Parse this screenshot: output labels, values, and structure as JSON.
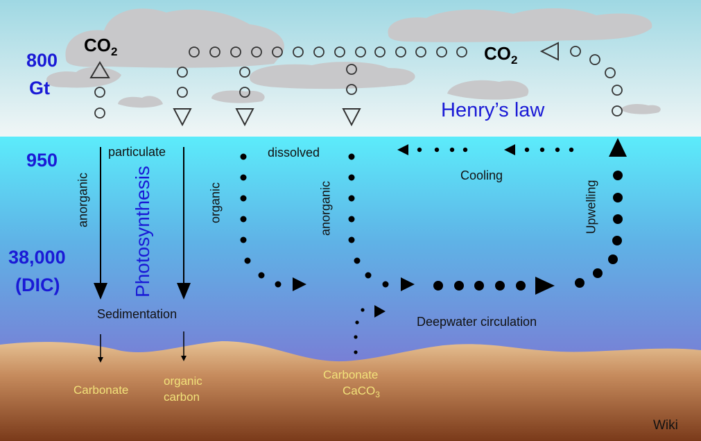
{
  "reservoirs": {
    "atmosphere_value": "800",
    "atmosphere_unit": "Gt",
    "surface_ocean_value": "950",
    "deep_ocean_value": "38,000",
    "deep_ocean_unit": "(DIC)"
  },
  "gases": {
    "co2_left": "CO",
    "co2_left_sub": "2",
    "co2_right": "CO",
    "co2_right_sub": "2"
  },
  "labels": {
    "henrys_law": "Henry’s law",
    "particulate": "particulate",
    "dissolved": "dissolved",
    "anorganic_left": "anorganic",
    "photosynthesis": "Photosynthesis",
    "organic": "organic",
    "anorganic_right": "anorganic",
    "cooling": "Cooling",
    "upwelling": "Upwelling",
    "sedimentation": "Sedimentation",
    "deepwater_circulation": "Deepwater circulation"
  },
  "sediments": {
    "carbonate": "Carbonate",
    "organic_line1": "organic",
    "organic_line2": "carbon",
    "carbonate2": "Carbonate",
    "caco3_prefix": "CaCO",
    "caco3_sub": "3"
  },
  "credit": "Wiki",
  "colors": {
    "sky_top": "#9fd8e3",
    "sky_bottom": "#eef5f5",
    "ocean_top": "#5cecfb",
    "ocean_bottom": "#7b7fd6",
    "seabed_top": "#e2bc8e",
    "seabed_bottom": "#7a3a1a",
    "reservoir_text": "#1a1ad6",
    "sediment_text": "#f2e27a"
  },
  "icons": [
    "co2-up-triangle-icon",
    "co2-down-triangle-icon",
    "flow-arrow-icon"
  ]
}
